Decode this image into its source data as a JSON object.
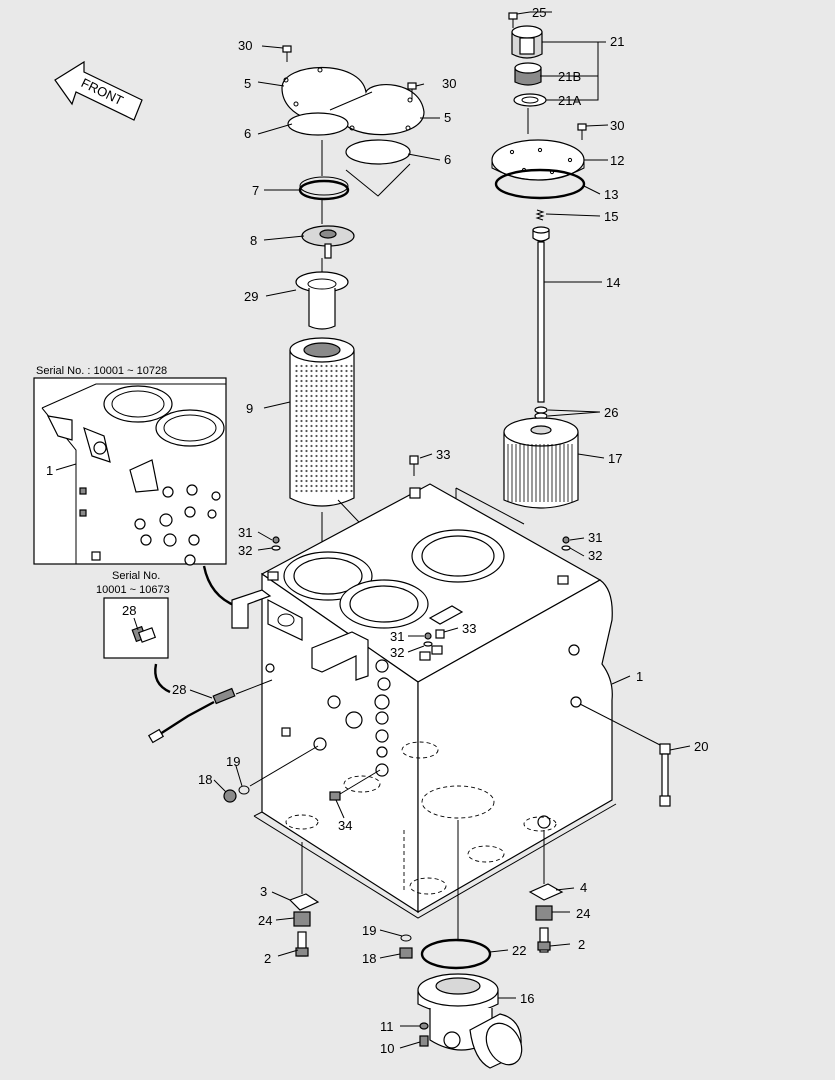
{
  "front_arrow": "FRONT",
  "inset_serial_range": "Serial No. : 10001 ~ 10728",
  "inset2_serial_line1": "Serial No.",
  "inset2_serial_line2": "10001 ~ 10673",
  "callouts": {
    "c1a": "1",
    "c1b": "1",
    "c2a": "2",
    "c2b": "2",
    "c3": "3",
    "c4": "4",
    "c5a": "5",
    "c5b": "5",
    "c6a": "6",
    "c6b": "6",
    "c7": "7",
    "c8": "8",
    "c9": "9",
    "c10": "10",
    "c11": "11",
    "c12": "12",
    "c13": "13",
    "c14": "14",
    "c15": "15",
    "c16": "16",
    "c17": "17",
    "c18a": "18",
    "c18b": "18",
    "c19a": "19",
    "c19b": "19",
    "c20": "20",
    "c21": "21",
    "c21a": "21A",
    "c21b": "21B",
    "c22": "22",
    "c24a": "24",
    "c24b": "24",
    "c25": "25",
    "c26": "26",
    "c28a": "28",
    "c28b": "28",
    "c29": "29",
    "c30a": "30",
    "c30b": "30",
    "c30c": "30",
    "c31a": "31",
    "c31b": "31",
    "c31c": "31",
    "c32a": "32",
    "c32b": "32",
    "c32c": "32",
    "c33a": "33",
    "c33b": "33",
    "c34": "34"
  },
  "colors": {
    "background": "#e9e9e9",
    "line": "#000000",
    "part_fill": "#ffffff",
    "shade": "#8a8a8a"
  }
}
